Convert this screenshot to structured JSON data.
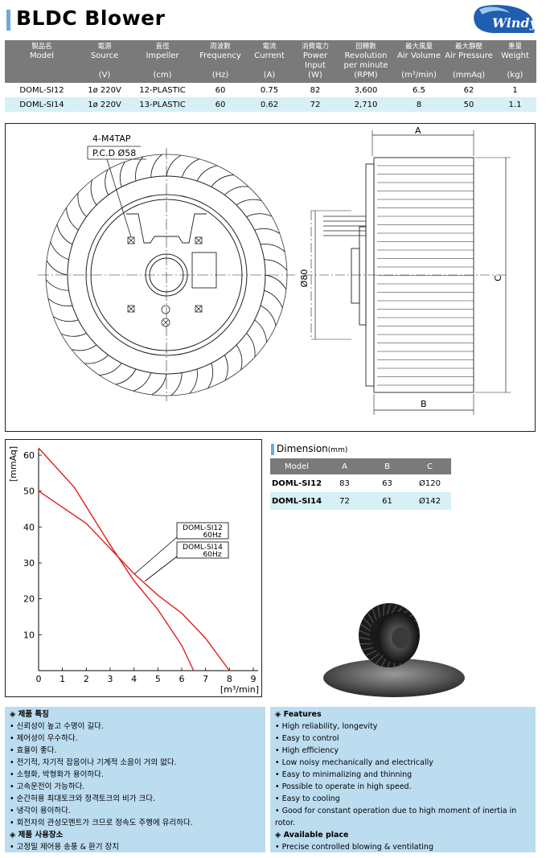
{
  "header": {
    "title": "BLDC Blower",
    "logo_text": "Windy"
  },
  "spec_table": {
    "columns": [
      {
        "ko": "製品名",
        "en": "Model",
        "unit": ""
      },
      {
        "ko": "電源",
        "en": "Source",
        "unit": "(V)"
      },
      {
        "ko": "直徑",
        "en": "Impeller",
        "unit": "(cm)"
      },
      {
        "ko": "周波數",
        "en": "Frequency",
        "unit": "(Hz)"
      },
      {
        "ko": "電流",
        "en": "Current",
        "unit": "(A)"
      },
      {
        "ko": "消費電力",
        "en": "Power Input",
        "unit": "(W)"
      },
      {
        "ko": "回轉數",
        "en": "Revolution per minute",
        "unit": "(RPM)"
      },
      {
        "ko": "最大風量",
        "en": "Air Volume",
        "unit": "(m³/min)"
      },
      {
        "ko": "最大靜壓",
        "en": "Air Pressure",
        "unit": "(mmAq)"
      },
      {
        "ko": "重量",
        "en": "Weight",
        "unit": "(kg)"
      }
    ],
    "rows": [
      [
        "DOML-SI12",
        "1ø  220V",
        "12-PLASTIC",
        "60",
        "0.75",
        "82",
        "3,600",
        "6.5",
        "62",
        "1"
      ],
      [
        "DOML-SI14",
        "1ø  220V",
        "13-PLASTIC",
        "60",
        "0.62",
        "72",
        "2,710",
        "8",
        "50",
        "1.1"
      ]
    ]
  },
  "drawing": {
    "tap_label": "4-M4TAP",
    "pcd_label": "P.C.D  Ø58",
    "dia_label": "Ø80",
    "dim_a": "A",
    "dim_b": "B",
    "dim_c": "C"
  },
  "chart_data": {
    "type": "line",
    "ylabel": "[mmAq]",
    "xlabel": "[m³/min]",
    "xlim": [
      0,
      9
    ],
    "ylim": [
      0,
      60
    ],
    "xticks": [
      "0",
      "1",
      "2",
      "3",
      "4",
      "5",
      "6",
      "7",
      "8",
      "9"
    ],
    "yticks": [
      "10",
      "20",
      "30",
      "40",
      "50",
      "60"
    ],
    "grid": false,
    "series": [
      {
        "name": "DOML-SI12 60Hz",
        "x": [
          0,
          1.5,
          3,
          4,
          5,
          6,
          6.5
        ],
        "y": [
          62,
          51,
          35,
          25,
          17,
          7,
          0
        ]
      },
      {
        "name": "DOML-SI14 60Hz",
        "x": [
          0,
          2,
          3,
          4,
          5,
          6,
          7,
          8
        ],
        "y": [
          50,
          41,
          34,
          27,
          21,
          16,
          9,
          0
        ]
      }
    ],
    "annotations": [
      {
        "series": "DOML-SI12",
        "line1": "DOML-SI12",
        "line2": "60Hz"
      },
      {
        "series": "DOML-SI14",
        "line1": "DOML-SI14",
        "line2": "60Hz"
      }
    ],
    "colors": {
      "line": "#e02020"
    }
  },
  "dimension": {
    "title": "Dimension",
    "unit": "(mm)",
    "headers": [
      "Model",
      "A",
      "B",
      "C"
    ],
    "rows": [
      [
        "DOML-SI12",
        "83",
        "63",
        "Ø120"
      ],
      [
        "DOML-SI14",
        "72",
        "61",
        "Ø142"
      ]
    ]
  },
  "features_ko": {
    "head": "◈ 제품 특징",
    "items": [
      "• 신뢰성이 높고 수명이 길다.",
      "• 제어성이 우수하다.",
      "• 효율이 좋다.",
      "• 전기적, 자기적 잡음이나 기계적 소음이 거의 없다.",
      "• 소형화, 박형화가 용이하다.",
      "• 고속운전이 가능하다.",
      "• 순간허용 최대토크와 정격토크의 비가 크다.",
      "• 냉각이 용이하다.",
      "• 회전자의 관성모멘트가 크므로 정속도 주행에 유리하다."
    ],
    "place_head": "◈ 제품 사용장소",
    "place_items": [
      "• 고정밀 제어용 송풍 & 환기 장치"
    ]
  },
  "features_en": {
    "head": "◈ Features",
    "items": [
      "• High reliability, longevity",
      "• Easy to control",
      "• High efficiency",
      "• Low noisy mechanically and electrically",
      "• Easy to minimalizing and thinning",
      "• Possible to operate in high speed.",
      "• Easy to cooling",
      "• Good for constant operation due to high  moment of inertia in rotor."
    ],
    "place_head": "◈ Available place",
    "place_items": [
      "• Precise controlled blowing & ventilating"
    ]
  },
  "colors": {
    "accent": "#6fa8dc",
    "header_gray": "#7a7a7a",
    "row_tint": "#d7f0f5",
    "feature_bg": "#bcdcf0"
  }
}
